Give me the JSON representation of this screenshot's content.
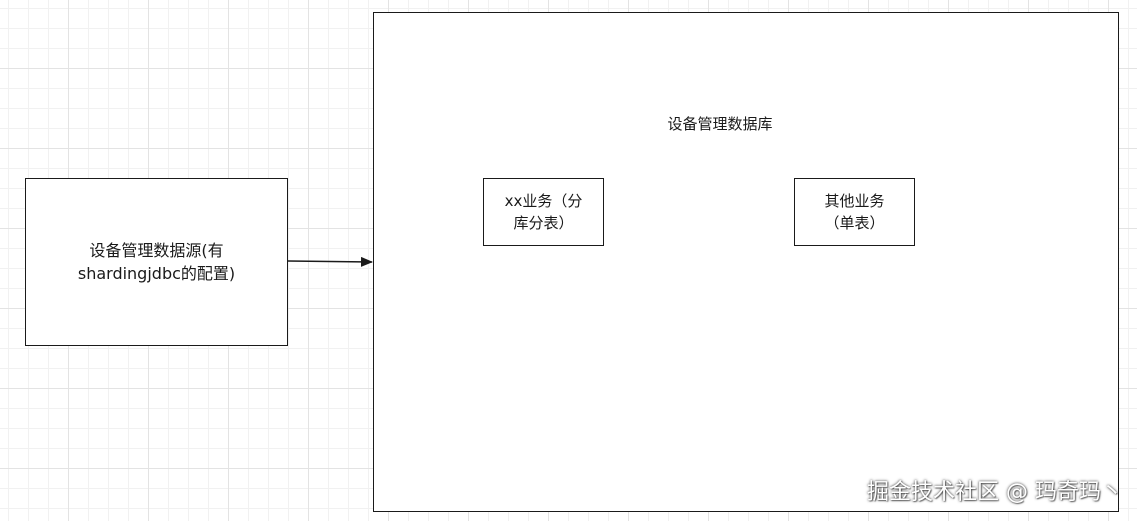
{
  "diagram": {
    "source": {
      "line1": "设备管理数据源(有",
      "line2": "shardingjdbc的配置)"
    },
    "database": {
      "title": "设备管理数据库"
    },
    "xx_business": {
      "line1": "xx业务（分",
      "line2": "库分表）"
    },
    "other_business": {
      "line1": "其他业务",
      "line2": "（单表）"
    }
  },
  "watermark": "掘金技术社区 @ 玛奇玛丶",
  "colors": {
    "stroke": "#1a1a1a",
    "grid_major": "#e3e3e3",
    "grid_minor": "#f1f1f1"
  }
}
